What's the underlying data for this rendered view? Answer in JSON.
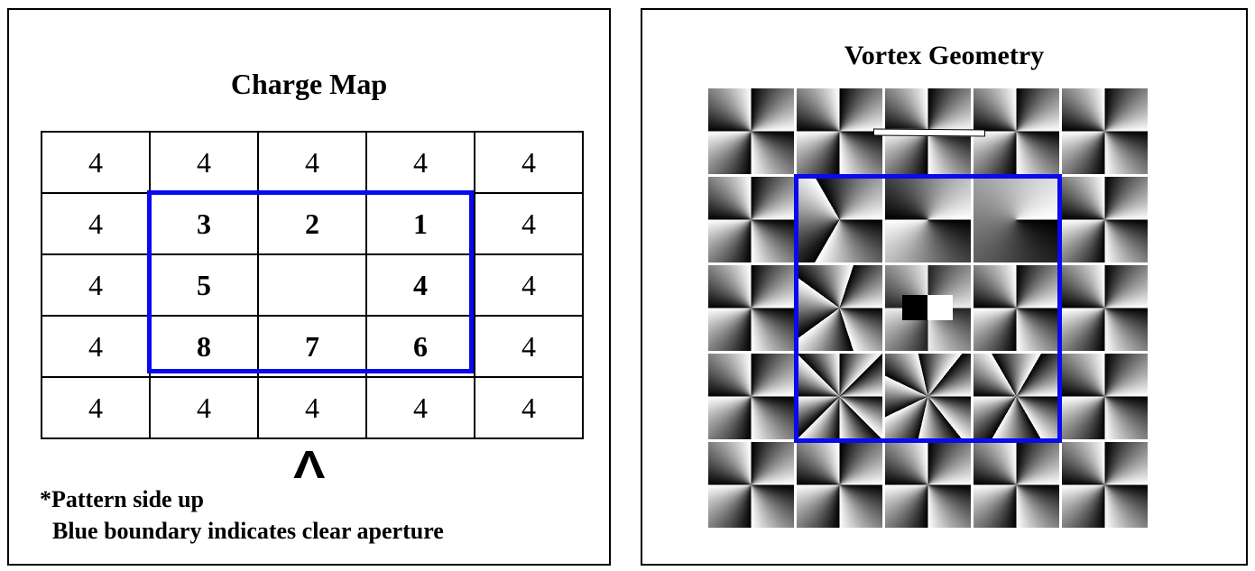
{
  "charge_map": {
    "title": "Charge Map",
    "rows": [
      [
        "4",
        "4",
        "4",
        "4",
        "4"
      ],
      [
        "4",
        "3",
        "2",
        "1",
        "4"
      ],
      [
        "4",
        "5",
        "",
        "4",
        "4"
      ],
      [
        "4",
        "8",
        "7",
        "6",
        "4"
      ],
      [
        "4",
        "4",
        "4",
        "4",
        "4"
      ]
    ],
    "orientation_mark": "Λ",
    "note_1": "*Pattern side up",
    "note_2": "Blue boundary indicates clear aperture",
    "boundary_color": "#0a0aee"
  },
  "vortex_geometry": {
    "title": "Vortex Geometry",
    "charges": [
      [
        4,
        4,
        4,
        4,
        4
      ],
      [
        4,
        3,
        2,
        1,
        4
      ],
      [
        4,
        5,
        0,
        4,
        4
      ],
      [
        4,
        8,
        7,
        6,
        4
      ],
      [
        4,
        4,
        4,
        4,
        4
      ]
    ]
  }
}
